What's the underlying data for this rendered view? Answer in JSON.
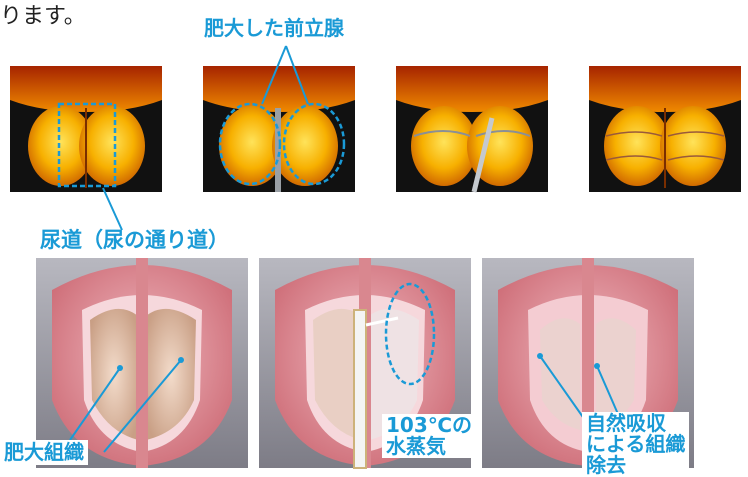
{
  "intro_text": "ります。",
  "label_enlarged_prostate": "肥大した前立腺",
  "label_urethra": "尿道（尿の通り道）",
  "label_enlarged_tissue": "肥大組織",
  "label_steam": [
    "103℃の",
    "水蒸気"
  ],
  "label_absorption": [
    "自然吸収",
    "による組織",
    "除去"
  ],
  "colors": {
    "accent_blue": "#1a9ad6",
    "prostate_orange": "#f6a400",
    "background_dark": "#111111",
    "bladder_pink": "#d87f87"
  }
}
